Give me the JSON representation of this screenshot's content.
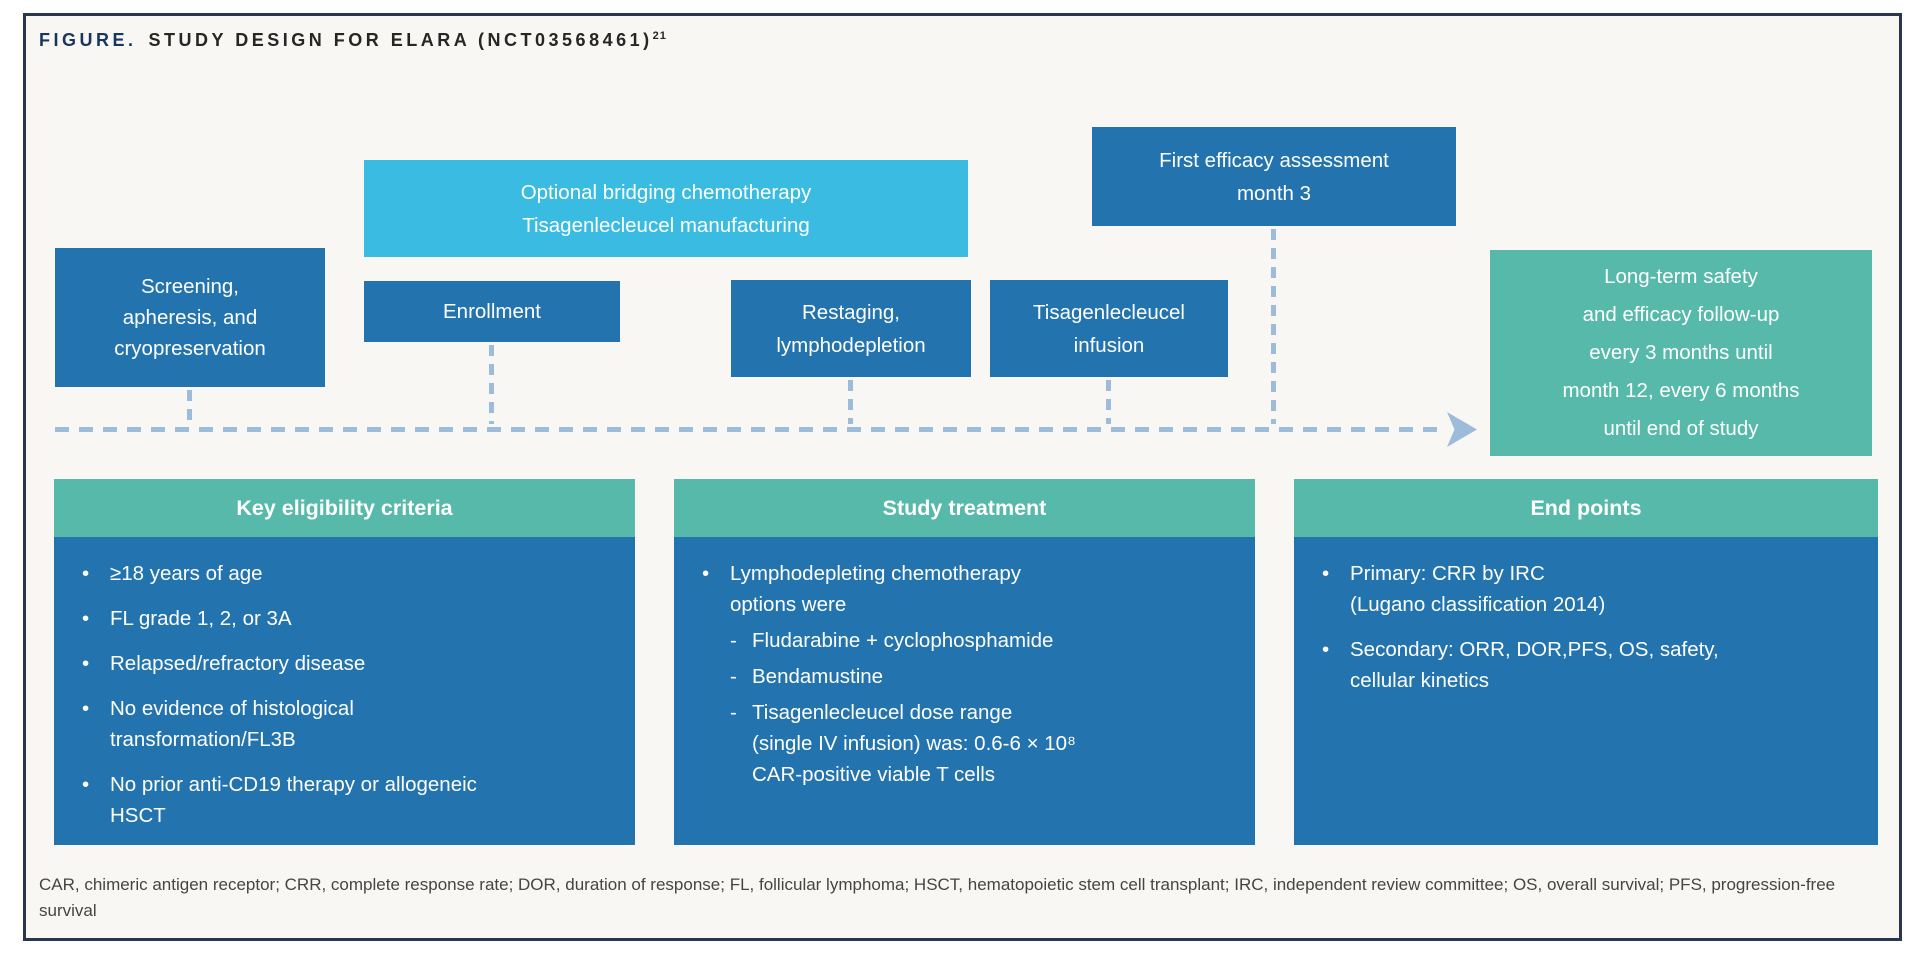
{
  "figure": {
    "title_label": "FIGURE.",
    "title_text": "STUDY DESIGN FOR ELARA (NCT03568461)",
    "title_sup": "21",
    "footnote": "CAR, chimeric antigen receptor; CRR, complete response rate; DOR, duration of response; FL, follicular lymphoma; HSCT, hematopoietic stem cell transplant; IRC, independent review committee; OS, overall survival; PFS, progression-free survival"
  },
  "colors": {
    "dark_blue_box": "#2273AE",
    "cyan_box": "#3ABCE2",
    "teal_box": "#57B9A9",
    "timeline_dash": "#9CBCD9",
    "figure_background": "#F8F7F4",
    "frame_border": "#29364F",
    "title_navy": "#17375E"
  },
  "timeline_boxes": {
    "screening": [
      "Screening,",
      "apheresis, and",
      "cryopreservation"
    ],
    "bridging": [
      "Optional bridging chemotherapy",
      "Tisagenlecleucel manufacturing"
    ],
    "enrollment": [
      "Enrollment"
    ],
    "restaging": [
      "Restaging,",
      "lymphodepletion"
    ],
    "infusion": [
      "Tisagenlecleucel",
      "infusion"
    ],
    "first_efficacy": [
      "First efficacy assessment",
      "month 3"
    ],
    "long_term": [
      "Long-term safety",
      "and efficacy follow-up",
      "every 3 months until",
      "month 12, every 6 months",
      "until end of study"
    ]
  },
  "panels": [
    {
      "header": "Key eligibility criteria",
      "items": [
        {
          "marker": "•",
          "lines": [
            "≥18 years of age"
          ]
        },
        {
          "marker": "•",
          "lines": [
            "FL grade 1, 2, or 3A"
          ]
        },
        {
          "marker": "•",
          "lines": [
            "Relapsed/refractory disease"
          ]
        },
        {
          "marker": "•",
          "lines": [
            "No evidence of histological",
            "transformation/FL3B"
          ]
        },
        {
          "marker": "•",
          "lines": [
            "No prior anti-CD19 therapy or allogeneic",
            "HSCT"
          ]
        }
      ]
    },
    {
      "header": "Study treatment",
      "items": [
        {
          "marker": "•",
          "lines": [
            "Lymphodepleting chemotherapy",
            "options were"
          ]
        },
        {
          "marker": "-",
          "lines": [
            "Fludarabine + cyclophosphamide"
          ]
        },
        {
          "marker": "-",
          "lines": [
            "Bendamustine"
          ]
        },
        {
          "marker": "-",
          "lines": [
            "Tisagenlecleucel dose range",
            "(single IV infusion) was: 0.6-6 × 10⁸",
            "CAR-positive viable T cells"
          ]
        }
      ]
    },
    {
      "header": "End points",
      "items": [
        {
          "marker": "•",
          "lines": [
            "Primary: CRR by IRC",
            "(Lugano classification 2014)"
          ]
        },
        {
          "marker": "•",
          "lines": [
            "Secondary: ORR, DOR,PFS, OS, safety,",
            "cellular kinetics"
          ]
        }
      ]
    }
  ]
}
